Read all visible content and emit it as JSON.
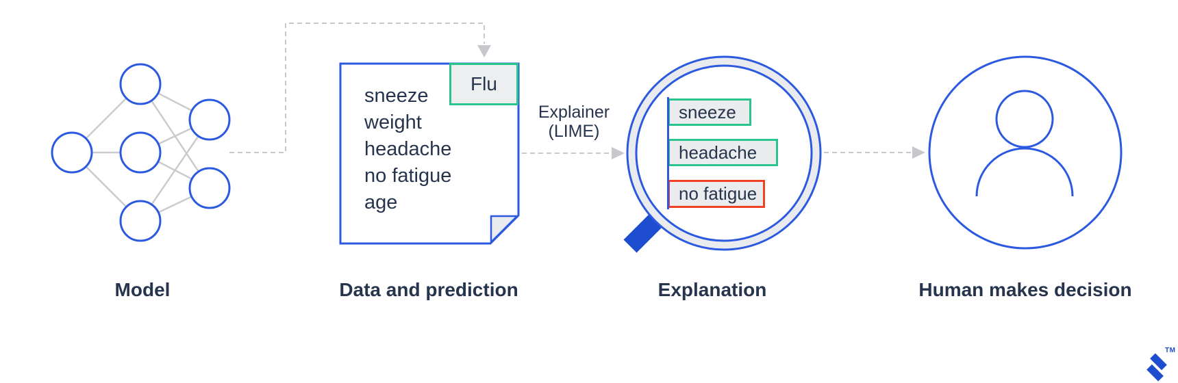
{
  "stages": {
    "model": {
      "label": "Model"
    },
    "data_and_prediction": {
      "label": "Data and prediction",
      "document_lines": [
        "sneeze",
        "weight",
        "headache",
        "no fatigue",
        "age"
      ],
      "prediction_tag": "Flu"
    },
    "explanation": {
      "label": "Explanation",
      "bars": [
        {
          "label": "sneeze",
          "valence": "positive"
        },
        {
          "label": "headache",
          "valence": "positive"
        },
        {
          "label": "no fatigue",
          "valence": "negative"
        }
      ]
    },
    "human": {
      "label": "Human makes decision"
    }
  },
  "connectors": {
    "explainer_line1": "Explainer",
    "explainer_line2": "(LIME)"
  },
  "branding": {
    "trademark": "TM"
  },
  "colors": {
    "stroke_blue": "#2b59e0",
    "solid_blue": "#1d4ccf",
    "positive_green": "#2bc48d",
    "negative_red": "#f04124",
    "neutral_fill_gray": "#eaeced",
    "connector_gray": "#c6c8cb",
    "network_edge_gray": "#c9cbce",
    "text_navy": "#26344d"
  }
}
